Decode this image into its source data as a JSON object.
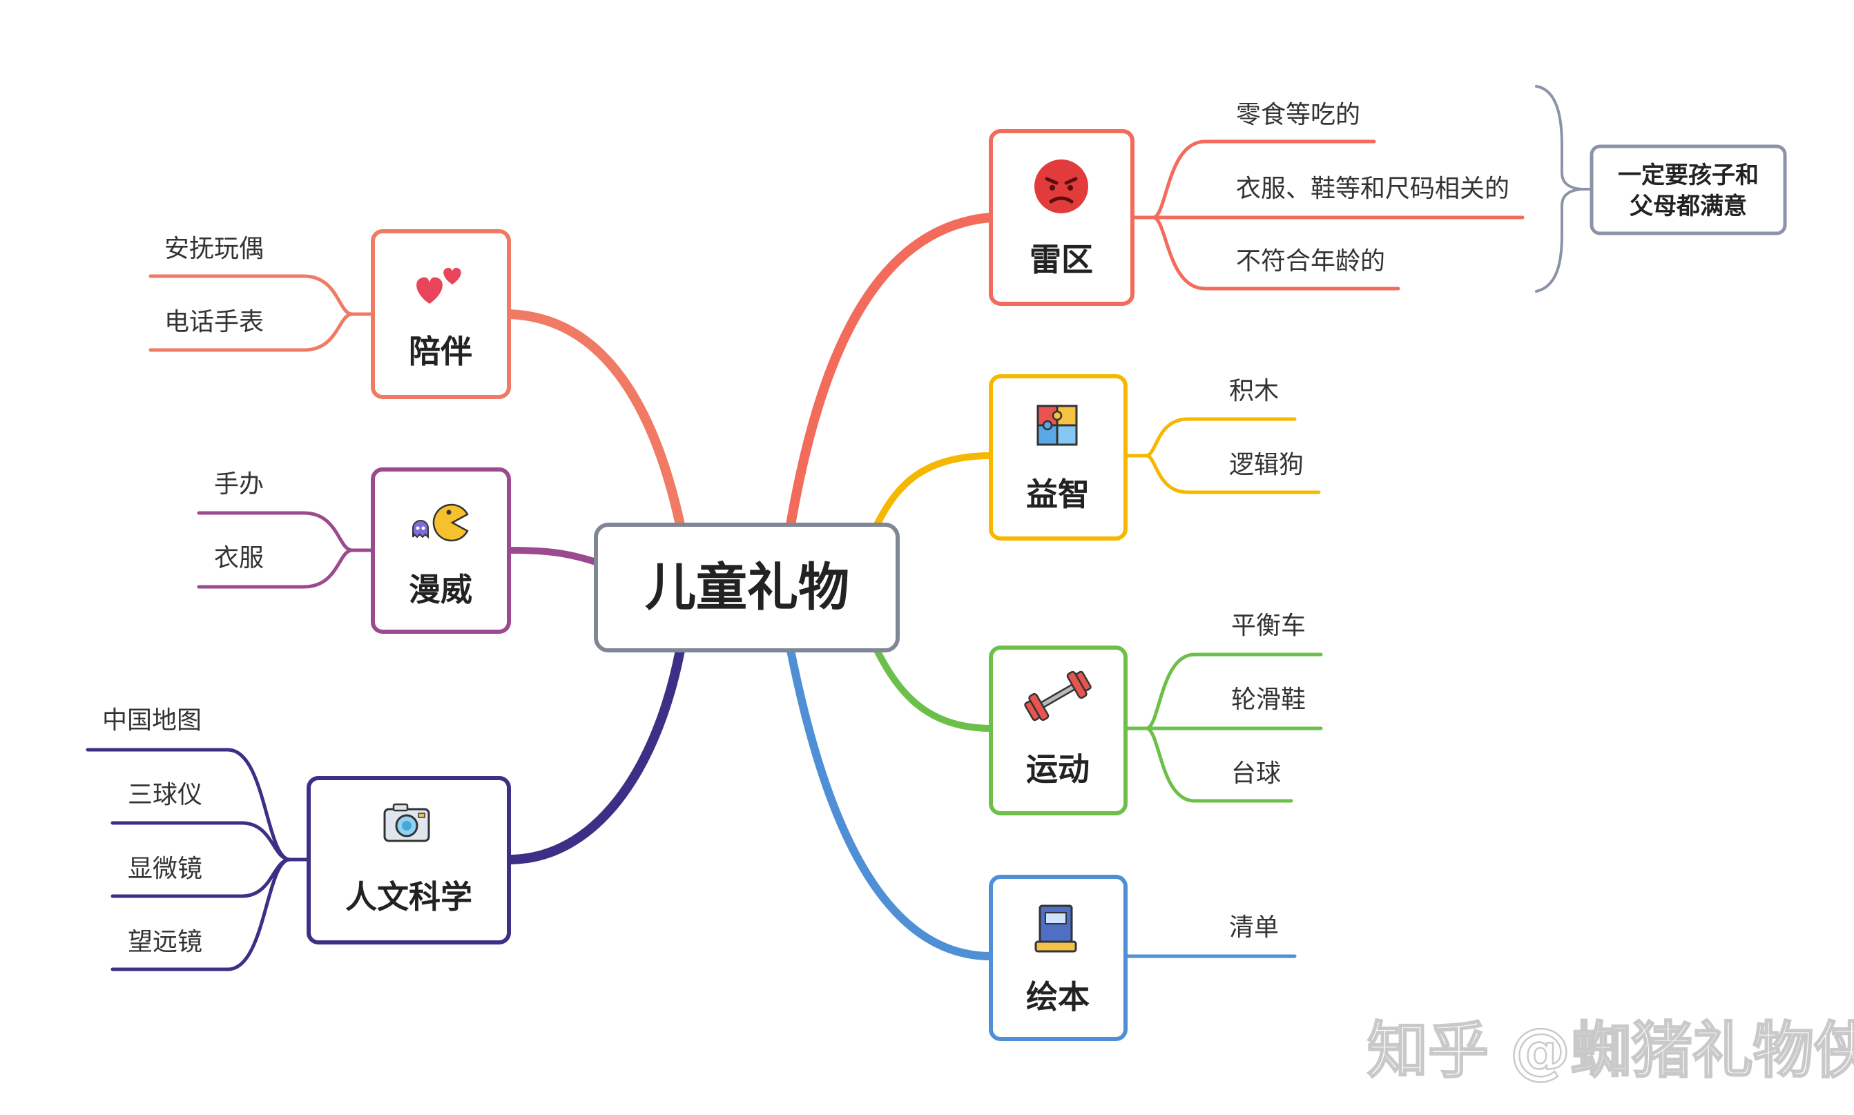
{
  "center": {
    "title": "儿童礼物"
  },
  "branches": {
    "leiqu": {
      "title": "雷区",
      "color": "#f26b5b",
      "icon": "angry-face-icon",
      "leaves": [
        "零食等吃的",
        "衣服、鞋等和尺码相关的",
        "不符合年龄的"
      ],
      "summary": [
        "一定要孩子和",
        "父母都满意"
      ]
    },
    "yizhi": {
      "title": "益智",
      "color": "#f5b700",
      "icon": "puzzle-icon",
      "leaves": [
        "积木",
        "逻辑狗"
      ]
    },
    "yundong": {
      "title": "运动",
      "color": "#6cc04a",
      "icon": "dumbbell-icon",
      "leaves": [
        "平衡车",
        "轮滑鞋",
        "台球"
      ]
    },
    "huiben": {
      "title": "绘本",
      "color": "#4e8fd6",
      "icon": "book-icon",
      "leaves": [
        "清单"
      ]
    },
    "peiban": {
      "title": "陪伴",
      "color": "#f07a63",
      "icon": "hearts-icon",
      "leaves": [
        "安抚玩偶",
        "电话手表"
      ]
    },
    "manwei": {
      "title": "漫威",
      "color": "#9b4a8f",
      "icon": "pacman-icon",
      "leaves": [
        "手办",
        "衣服"
      ]
    },
    "renwen": {
      "title": "人文科学",
      "color": "#3d2f86",
      "icon": "camera-icon",
      "leaves": [
        "中国地图",
        "三球仪",
        "显微镜",
        "望远镜"
      ]
    }
  },
  "watermark": "知乎 @蜘猪礼物侠"
}
